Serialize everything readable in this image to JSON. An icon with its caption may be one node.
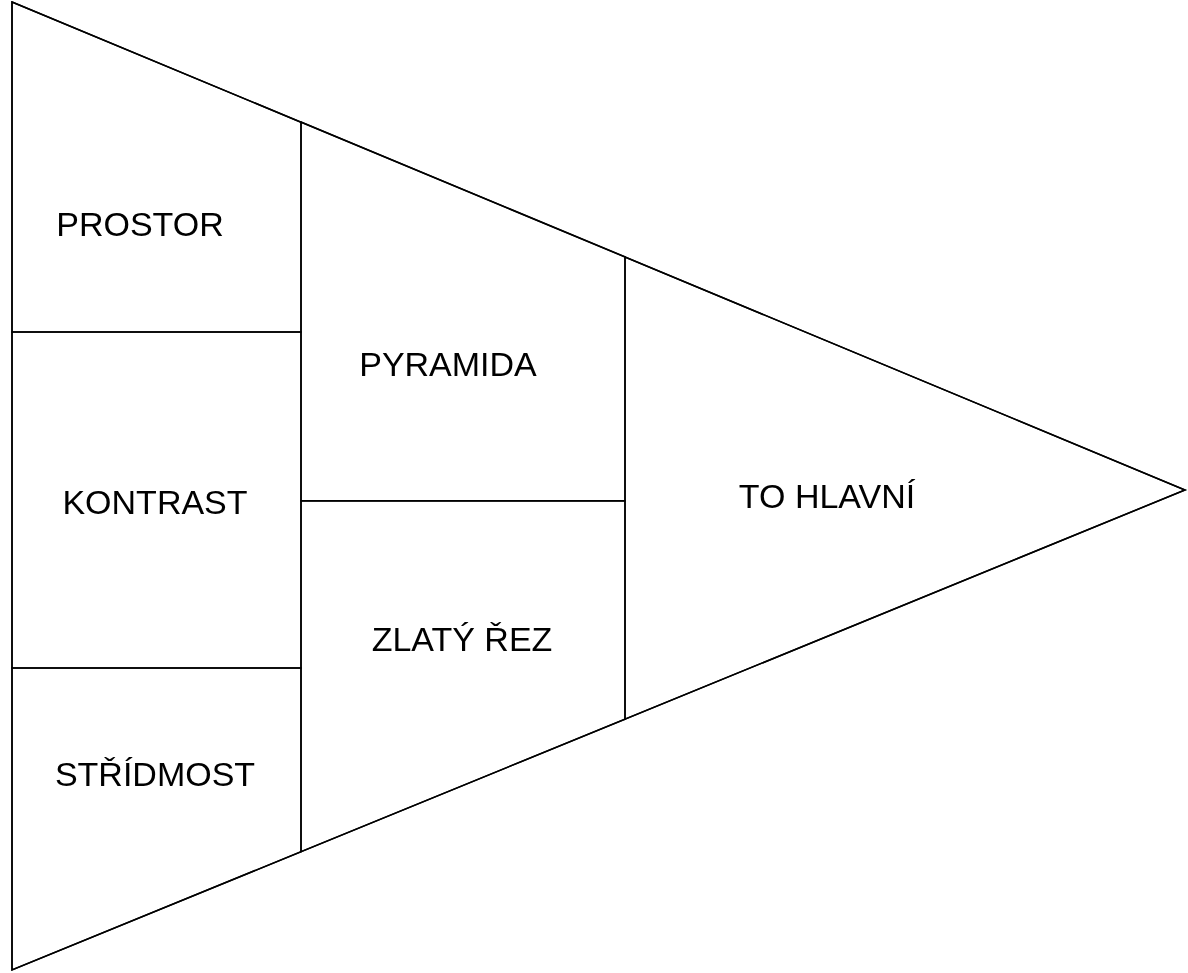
{
  "diagram": {
    "nodes": [
      {
        "text": [],
        "shape": "triangle"
      },
      {
        "text": [
          "PROSTOR"
        ],
        "in": 0
      },
      {
        "text": [
          "KONTRAST"
        ],
        "in": 0
      },
      {
        "text": [
          "STŘÍDMOST"
        ],
        "in": 0
      },
      {
        "text": [
          "PYRAMIDA"
        ],
        "in": 0
      },
      {
        "text": [
          "ZLATÝ ŘEZ"
        ],
        "in": 0
      },
      {
        "text": [
          "TO HLAVNÍ"
        ],
        "in": 0
      }
    ]
  }
}
